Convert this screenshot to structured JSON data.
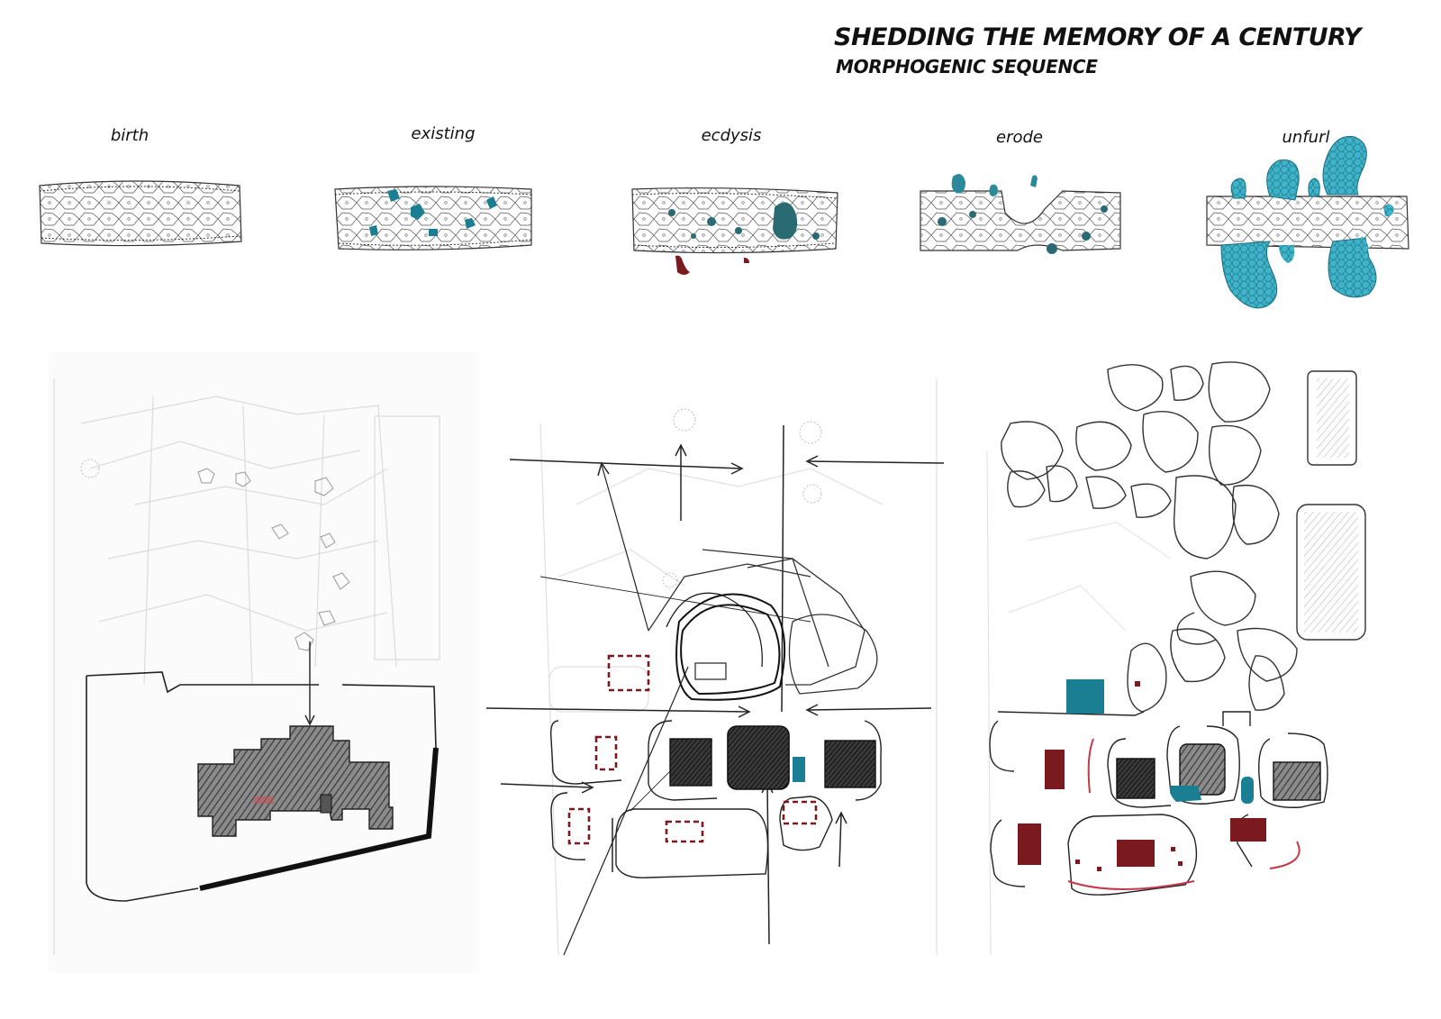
{
  "header": {
    "title": "SHEDDING THE MEMORY OF A CENTURY",
    "subtitle": "MORPHOGENIC SEQUENCE"
  },
  "stages": [
    {
      "label": "birth"
    },
    {
      "label": "existing"
    },
    {
      "label": "ecdysis"
    },
    {
      "label": "erode"
    },
    {
      "label": "unfurl"
    }
  ],
  "colors": {
    "teal": "#1b7f93",
    "teal_light": "#3fb3c9",
    "maroon": "#7a1a1f",
    "ink": "#2a2a2a",
    "pencil": "#9a9a9a"
  }
}
